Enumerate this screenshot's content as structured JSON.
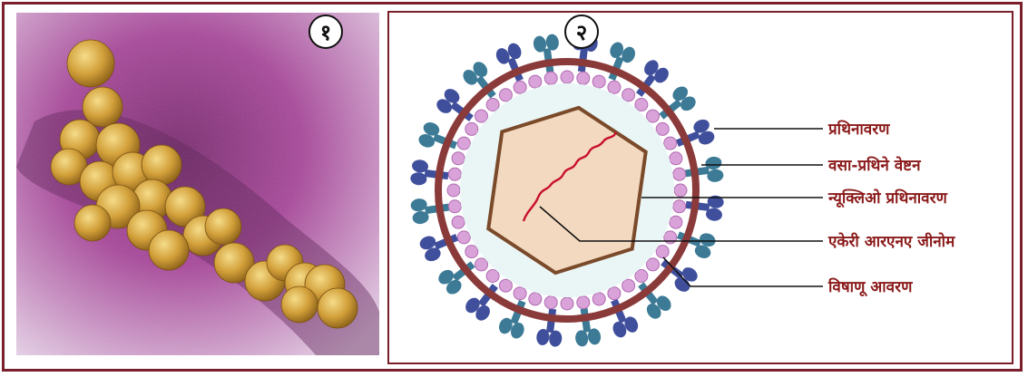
{
  "panels": [
    {
      "number": "१"
    },
    {
      "number": "२"
    }
  ],
  "labels": {
    "capsid": "प्रथिनावरण",
    "lipid_envelope": "वसा-प्रथिने वेष्टन",
    "nucleocapsid": "न्यूक्लिओ प्रथिनावरण",
    "genome": "एकेरी आरएनए जीनोम",
    "viral_envelope": "विषाणू आवरण"
  },
  "colors": {
    "frame": "#7a1f2b",
    "label_text": "#8b1a1a",
    "photo_background": "#b04aa0",
    "virus_particles": "#c99a2e",
    "membrane": "#8b3a3a",
    "lipid_beads": "#d9a3d9",
    "spikes": "#3a4f9a",
    "core": "#f3d9bf",
    "core_outline": "#7a4a2a",
    "genome_strand": "#c8102e"
  }
}
